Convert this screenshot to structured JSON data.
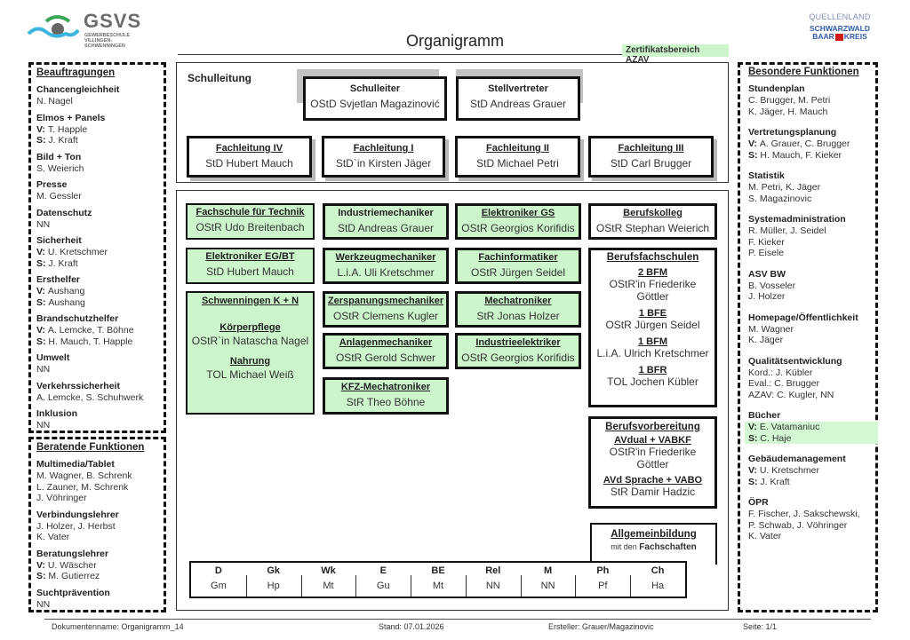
{
  "header": {
    "logo_left": {
      "name": "GSVS",
      "sub": [
        "GEWERBESCHULE",
        "VILLINGEN-",
        "SCHWENNINGEN"
      ]
    },
    "title": "Organigramm",
    "badge": "Zertifikatsbereich AZAV",
    "logo_right": {
      "line1": "QUELLENLAND",
      "line2": "SCHWARZWALD",
      "line3a": "BAAR",
      "line3b": "KREIS"
    }
  },
  "beauftragungen": {
    "heading": "Beauftragungen",
    "groups": [
      {
        "label": "Chancengleichheit",
        "lines": [
          {
            "p": "",
            "t": "N. Nagel"
          }
        ]
      },
      {
        "label": "Elmos + Panels",
        "lines": [
          {
            "p": "V:",
            "t": "T. Happle"
          },
          {
            "p": "S:",
            "t": "J. Kraft"
          }
        ]
      },
      {
        "label": "Bild + Ton",
        "lines": [
          {
            "p": "",
            "t": "S. Weierich"
          }
        ]
      },
      {
        "label": "Presse",
        "lines": [
          {
            "p": "",
            "t": "M. Gessler"
          }
        ]
      },
      {
        "label": "Datenschutz",
        "lines": [
          {
            "p": "",
            "t": "NN"
          }
        ]
      },
      {
        "label": "Sicherheit",
        "lines": [
          {
            "p": "V:",
            "t": "U. Kretschmer"
          },
          {
            "p": "S:",
            "t": "J. Kraft"
          }
        ]
      },
      {
        "label": "Ersthelfer",
        "lines": [
          {
            "p": "V:",
            "t": "Aushang"
          },
          {
            "p": "S:",
            "t": "Aushang"
          }
        ]
      },
      {
        "label": "Brandschutzhelfer",
        "lines": [
          {
            "p": "V:",
            "t": "A. Lemcke, T. Böhne"
          },
          {
            "p": "S:",
            "t": "H. Mauch, T. Happle"
          }
        ]
      },
      {
        "label": "Umwelt",
        "lines": [
          {
            "p": "",
            "t": "NN"
          }
        ]
      },
      {
        "label": "Verkehrssicherheit",
        "lines": [
          {
            "p": "",
            "t": "A. Lemcke, S. Schuhwerk"
          }
        ]
      },
      {
        "label": "Inklusion",
        "lines": [
          {
            "p": "",
            "t": "NN"
          }
        ]
      }
    ]
  },
  "beratende": {
    "heading": "Beratende Funktionen",
    "groups": [
      {
        "label": "Multimedia/Tablet",
        "lines": [
          {
            "p": "",
            "t": "M. Wagner, B. Schrenk"
          },
          {
            "p": "",
            "t": "L. Zauner, M. Schrenk"
          },
          {
            "p": "",
            "t": "J. Vöhringer"
          }
        ]
      },
      {
        "label": "Verbindungslehrer",
        "lines": [
          {
            "p": "",
            "t": "J. Holzer, J. Herbst"
          },
          {
            "p": "",
            "t": "K. Vater"
          }
        ]
      },
      {
        "label": "Beratungslehrer",
        "lines": [
          {
            "p": "V:",
            "t": "U. Wäscher"
          },
          {
            "p": "S:",
            "t": "M. Gutierrez"
          }
        ]
      },
      {
        "label": "Suchtprävention",
        "lines": [
          {
            "p": "",
            "t": "NN"
          }
        ]
      }
    ]
  },
  "besondere": {
    "heading": "Besondere Funktionen",
    "groups": [
      {
        "label": "Stundenplan",
        "lines": [
          {
            "p": "",
            "t": "C. Brugger, M. Petri"
          },
          {
            "p": "",
            "t": "K. Jäger, H. Mauch"
          }
        ]
      },
      {
        "label": "Vertretungsplanung",
        "lines": [
          {
            "p": "V:",
            "t": "A. Grauer, C. Brugger"
          },
          {
            "p": "S:",
            "t": "H. Mauch, F. Kieker"
          }
        ]
      },
      {
        "label": "Statistik",
        "lines": [
          {
            "p": "",
            "t": "M. Petri, K. Jäger"
          },
          {
            "p": "",
            "t": "S. Magazinovic"
          }
        ]
      },
      {
        "label": "Systemadministration",
        "lines": [
          {
            "p": "",
            "t": "R. Müller, J. Seidel"
          },
          {
            "p": "",
            "t": "F. Kieker"
          },
          {
            "p": "",
            "t": "P. Eisele"
          }
        ]
      },
      {
        "label": "ASV BW",
        "lines": [
          {
            "p": "",
            "t": "B. Vosseler"
          },
          {
            "p": "",
            "t": "J. Holzer"
          }
        ]
      },
      {
        "label": "Homepage/Öffentlichkeit",
        "lines": [
          {
            "p": "",
            "t": "M. Wagner"
          },
          {
            "p": "",
            "t": "K. Jäger"
          }
        ]
      },
      {
        "label": "Qualitätsentwicklung",
        "lines": [
          {
            "p": "",
            "t": "Kord.: J. Kübler"
          },
          {
            "p": "",
            "t": "Eval.: C. Brugger"
          },
          {
            "p": "",
            "t": "AZAV: C. Kugler, NN"
          }
        ]
      },
      {
        "label": "Bücher",
        "highlight": true,
        "lines": [
          {
            "p": "V:",
            "t": "E. Vatamaniuc"
          },
          {
            "p": "S:",
            "t": "C. Haje"
          }
        ]
      },
      {
        "label": "Gebäudemanagement",
        "lines": [
          {
            "p": "V:",
            "t": "U. Kretschmer"
          },
          {
            "p": "S:",
            "t": "J. Kraft"
          }
        ]
      },
      {
        "label": "ÖPR",
        "lines": [
          {
            "p": "",
            "t": "F. Fischer, J. Sakschewski,"
          },
          {
            "p": "",
            "t": "P. Schwab, J. Vöhringer"
          },
          {
            "p": "",
            "t": "K. Vater"
          }
        ]
      }
    ]
  },
  "schulleitung": {
    "label": "Schulleitung",
    "leiter": {
      "title": "Schulleiter",
      "name": "OStD Svjetlan Magazinović"
    },
    "stellvertreter": {
      "title": "Stellvertreter",
      "name": "StD Andreas Grauer"
    },
    "fachleitungen": [
      {
        "title": "Fachleitung IV",
        "name": "StD Hubert Mauch"
      },
      {
        "title": "Fachleitung I",
        "name": "StD`in Kirsten Jäger"
      },
      {
        "title": "Fachleitung II",
        "name": "StD Michael Petri"
      },
      {
        "title": "Fachleitung III",
        "name": "StD Carl Brugger"
      }
    ]
  },
  "bereiche": {
    "col1": [
      {
        "title": "Fachschule für Technik",
        "name": "OStR Udo Breitenbach"
      },
      {
        "title": "Elektroniker EG/BT",
        "name": "StD Hubert Mauch"
      }
    ],
    "schwenningen": {
      "title": "Schwenningen  K + N",
      "sub1": "Körperpflege",
      "name1": "OStR`in Natascha Nagel",
      "sub2": "Nahrung",
      "name2": "TOL Michael Weiß"
    },
    "col2": [
      {
        "title": "Industriemechaniker",
        "name": "StD Andreas Grauer"
      },
      {
        "title": "Werkzeugmechaniker",
        "name": "L.i.A. Uli Kretschmer"
      },
      {
        "title": "Zerspanungsmechaniker",
        "name": "OStR Clemens Kugler"
      },
      {
        "title": "Anlagenmechaniker",
        "name": "OStR Gerold Schwer"
      },
      {
        "title": "KFZ-Mechatroniker",
        "name": "StR Theo Böhne"
      }
    ],
    "col3": [
      {
        "title": "Elektroniker GS",
        "name": "OStR Georgios Korifidis"
      },
      {
        "title": "Fachinformatiker",
        "name": "OStR Jürgen Seidel"
      },
      {
        "title": "Mechatroniker",
        "name": "StR Jonas Holzer"
      },
      {
        "title": "Industrieelektriker",
        "name": "OStR Georgios Korifidis"
      }
    ],
    "berufskolleg": {
      "title": "Berufskolleg",
      "name": "OStR Stephan Weierich"
    },
    "berufsfachschulen": {
      "title": "Berufsfachschulen",
      "items": [
        {
          "sub": "2 BFM",
          "lines": [
            "OStR'in Friederike",
            "Göttler"
          ]
        },
        {
          "sub": "1 BFE",
          "lines": [
            "OStR Jürgen Seidel"
          ]
        },
        {
          "sub": "1 BFM",
          "lines": [
            "L.i.A. Ulrich Kretschmer"
          ]
        },
        {
          "sub": "1 BFR",
          "lines": [
            "TOL Jochen Kübler"
          ]
        }
      ]
    },
    "berufsvorbereitung": {
      "title": "Berufsvorbereitung",
      "items": [
        {
          "sub": "AVdual + VABKF",
          "lines": [
            "OStR'in Friederike",
            "Göttler"
          ]
        },
        {
          "sub": "AVd Sprache + VABO",
          "lines": [
            "StR Damir Hadzic"
          ]
        }
      ]
    }
  },
  "allgemeinbildung": {
    "title": "Allgemeinbildung",
    "sub_prefix": "mit den",
    "sub_bold": "Fachschaften",
    "fachschaften": [
      {
        "code": "D",
        "person": "Gm"
      },
      {
        "code": "Gk",
        "person": "Hp"
      },
      {
        "code": "Wk",
        "person": "Mt"
      },
      {
        "code": "E",
        "person": "Gu"
      },
      {
        "code": "BE",
        "person": "Mt"
      },
      {
        "code": "Rel",
        "person": "NN"
      },
      {
        "code": "M",
        "person": "NN"
      },
      {
        "code": "Ph",
        "person": "Pf"
      },
      {
        "code": "Ch",
        "person": "Ha"
      }
    ]
  },
  "footer": {
    "docname": "Dokumentenname:  Organigramm_14",
    "stand": "Stand:  07.01.2026",
    "ersteller": "Ersteller:  Grauer/Magazinovic",
    "seite": "Seite:  1/1"
  },
  "colors": {
    "green_fill": "#ccf5cc",
    "shadow": "#b8b8b8",
    "border": "#111111"
  }
}
